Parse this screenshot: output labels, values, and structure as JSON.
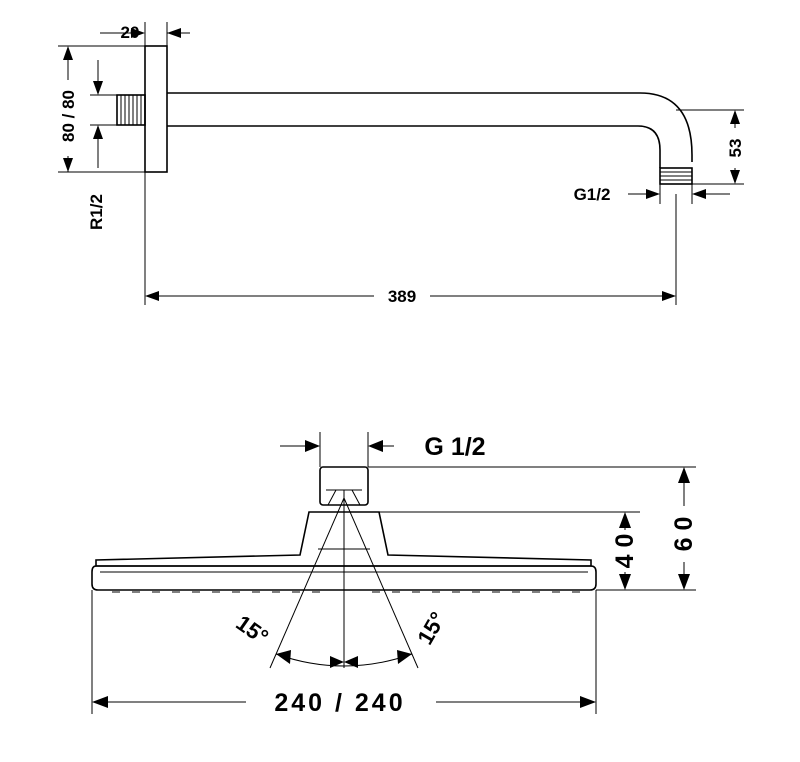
{
  "top_view": {
    "dim_wall_plate": "20",
    "dim_plate_size": "80 / 80",
    "dim_inlet_thread": "R1/2",
    "dim_arm_drop": "53",
    "dim_outlet_thread": "G1/2",
    "dim_arm_length": "389"
  },
  "head_view": {
    "dim_connector_thread": "G 1/2",
    "dim_total_height": "6 0",
    "dim_body_height": "4 0",
    "dim_angle_left": "15°",
    "dim_angle_right": "15°",
    "dim_head_size": "240 / 240"
  }
}
